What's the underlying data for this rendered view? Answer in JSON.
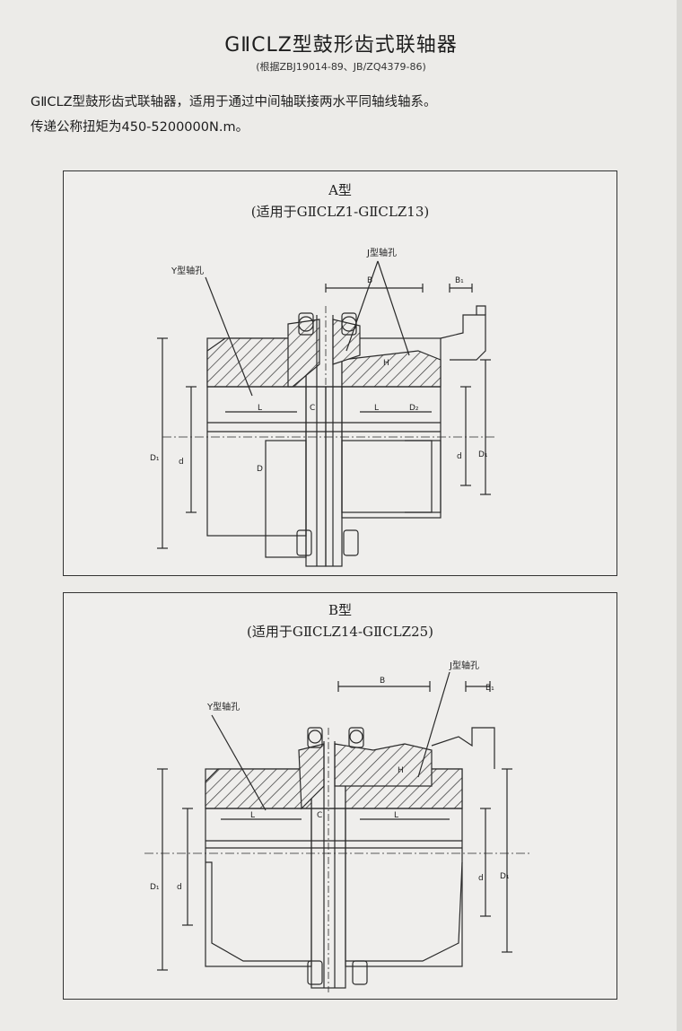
{
  "header": {
    "title": "GⅡCLZ型鼓形齿式联轴器",
    "standard": "(根据ZBJ19014-89、JB/ZQ4379-86)"
  },
  "intro": {
    "line1": "GⅡCLZ型鼓形齿式联轴器，适用于通过中间轴联接两水平同轴线轴系。",
    "line2": "传递公称扭矩为450-5200000N.m。"
  },
  "panel_a": {
    "title": "A型",
    "subtitle": "(适用于GⅡCLZ1-GⅡCLZ13)",
    "labels": {
      "y_bore": "Y型轴孔",
      "j_bore": "J型轴孔",
      "b": "B",
      "b1": "B₁",
      "l_left": "L",
      "c": "C",
      "l_right": "L",
      "d2_right": "D₂",
      "d1_left": "D₁",
      "d_left": "d",
      "d_center": "D",
      "d_right": "d",
      "d1_right": "D₁",
      "h": "H"
    }
  },
  "panel_b": {
    "title": "B型",
    "subtitle": "(适用于GⅡCLZ14-GⅡCLZ25)",
    "labels": {
      "y_bore": "Y型轴孔",
      "j_bore": "J型轴孔",
      "b": "B",
      "b1": "B₁",
      "l_left": "L",
      "c": "C",
      "l_right": "L",
      "d1_left": "D₁",
      "d_left": "d",
      "d_right": "d",
      "d1_right": "D₁",
      "h": "H"
    }
  }
}
